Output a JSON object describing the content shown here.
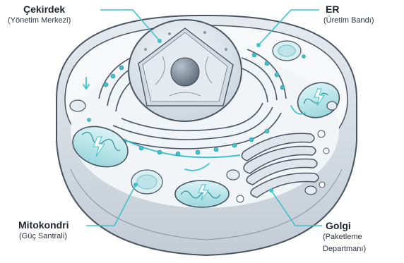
{
  "labels": {
    "nucleus": {
      "title": "Çekirdek",
      "subtitle": "(Yönetim Merkezi)"
    },
    "er": {
      "title": "ER",
      "subtitle": "(Üretim Bandı)"
    },
    "mitochondria": {
      "title": "Mitokondri",
      "subtitle": "(Güç Santrali)"
    },
    "golgi": {
      "title": "Golgi",
      "subtitle_line1": "(Paketleme",
      "subtitle_line2": "Departmanı)"
    }
  },
  "colors": {
    "accent": "#3cc3cf",
    "outline": "#4a5563",
    "cell_fill": "#eef2f5",
    "cytoplasm": "#f6f8fa",
    "text": "#1e2430"
  }
}
